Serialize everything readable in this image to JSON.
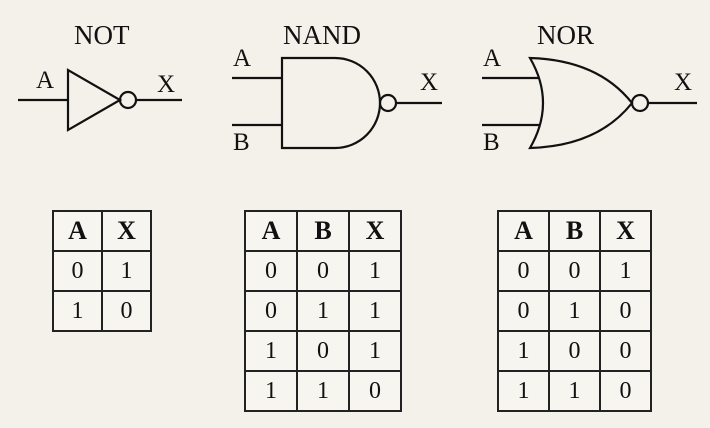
{
  "gates": {
    "not": {
      "title": "NOT",
      "in_a": "A",
      "out": "X"
    },
    "nand": {
      "title": "NAND",
      "in_a": "A",
      "in_b": "B",
      "out": "X"
    },
    "nor": {
      "title": "NOR",
      "in_a": "A",
      "in_b": "B",
      "out": "X"
    }
  },
  "tables": {
    "not": {
      "headers": [
        "A",
        "X"
      ],
      "rows": [
        [
          "0",
          "1"
        ],
        [
          "1",
          "0"
        ]
      ]
    },
    "nand": {
      "headers": [
        "A",
        "B",
        "X"
      ],
      "rows": [
        [
          "0",
          "0",
          "1"
        ],
        [
          "0",
          "1",
          "1"
        ],
        [
          "1",
          "0",
          "1"
        ],
        [
          "1",
          "1",
          "0"
        ]
      ]
    },
    "nor": {
      "headers": [
        "A",
        "B",
        "X"
      ],
      "rows": [
        [
          "0",
          "0",
          "1"
        ],
        [
          "0",
          "1",
          "0"
        ],
        [
          "1",
          "0",
          "0"
        ],
        [
          "1",
          "1",
          "0"
        ]
      ]
    }
  }
}
